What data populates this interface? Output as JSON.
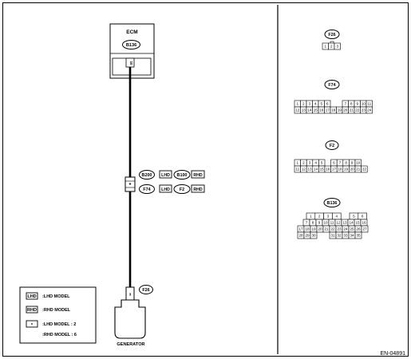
{
  "ecm": {
    "label": "ECM",
    "connector": "B136",
    "pin": "10"
  },
  "generator": {
    "label": "GENERATOR",
    "connector": "F26",
    "pin": "3"
  },
  "junction": {
    "symbol": "*",
    "row1": {
      "conn_a": "B200",
      "tag_a": "LHD",
      "conn_b": "B100",
      "tag_b": "RHD"
    },
    "row2": {
      "conn_a": "F74",
      "tag_a": "LHD",
      "conn_b": "F2",
      "tag_b": "RHD"
    }
  },
  "legend": {
    "lhd_box": "LHD",
    "lhd_text": ":LHD MODEL",
    "rhd_box": "RHD",
    "rhd_text": ":RHD MODEL",
    "star_box": "*",
    "star_lhd": ":LHD MODEL : 2",
    "star_rhd": ":RHD MODEL : 6"
  },
  "connector_views": {
    "f26": {
      "label": "F26",
      "pins": [
        "1",
        "2",
        "3"
      ]
    },
    "f74": {
      "label": "F74",
      "row1": [
        "1",
        "2",
        "3",
        "4",
        "5",
        "6",
        "",
        "",
        "7",
        "8",
        "9",
        "10",
        "11"
      ],
      "row2": [
        "12",
        "13",
        "14",
        "15",
        "16",
        "17",
        "18",
        "19",
        "20",
        "21",
        "22",
        "23",
        "24"
      ]
    },
    "f2": {
      "label": "F2",
      "row1": [
        "1",
        "2",
        "3",
        "4",
        "5",
        "",
        "6",
        "7",
        "8",
        "9",
        "10"
      ],
      "row2": [
        "11",
        "12",
        "13",
        "14",
        "15",
        "16",
        "17",
        "18",
        "19",
        "20",
        "21",
        "22"
      ]
    },
    "b136": {
      "label": "B136",
      "row1": [
        "1",
        "2",
        "3",
        "4",
        "",
        "5",
        "6"
      ],
      "row2": [
        "7",
        "8",
        "9",
        "10",
        "11",
        "12",
        "13",
        "14",
        "15",
        "16"
      ],
      "row3": [
        "17",
        "18",
        "19",
        "20",
        "21",
        "22",
        "23",
        "24",
        "25",
        "26",
        "27"
      ],
      "row4": [
        "28",
        "29",
        "30",
        "",
        "",
        "31",
        "32",
        "33",
        "34",
        "35"
      ]
    }
  },
  "footer": {
    "code": "EN-04891"
  }
}
